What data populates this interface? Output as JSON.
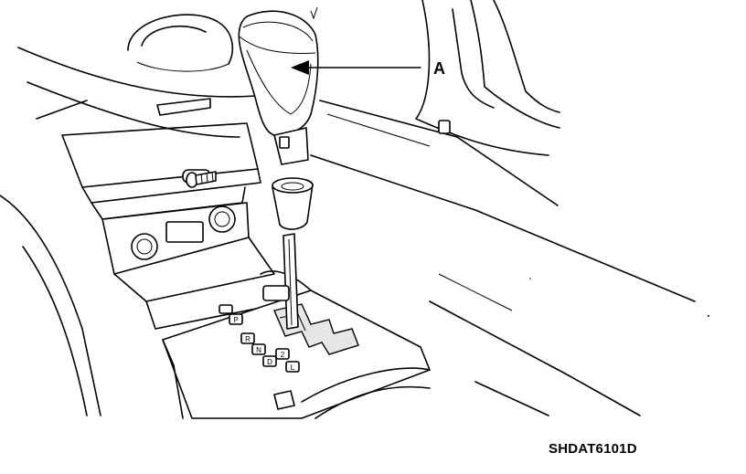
{
  "callout": {
    "label": "A"
  },
  "figure": {
    "code": "SHDAT6101D"
  },
  "gate_letters": [
    "P",
    "R",
    "N",
    "D",
    "2",
    "L"
  ]
}
